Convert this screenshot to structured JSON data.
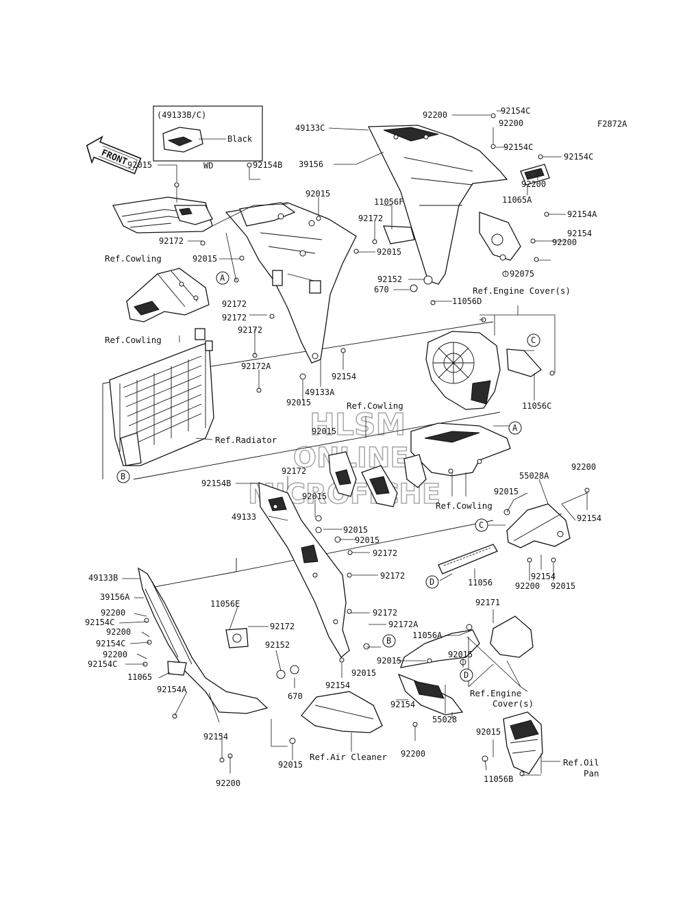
{
  "diagram_code": "F2872A",
  "inset": {
    "title": "(49133B/C)",
    "color_label": "Black",
    "footer": "WD"
  },
  "front_label": "FRONT",
  "watermark": {
    "line1": "HLSM",
    "line2": "ONLINE",
    "line3": "MICROFICHE"
  },
  "refs": {
    "cowling": "Ref.Cowling",
    "radiator": "Ref.Radiator",
    "engine_cover": "Ref.Engine Cover(s)",
    "engine_line1": "Ref.Engine",
    "engine_line2": "Cover(s)",
    "air_cleaner": "Ref.Air Cleaner",
    "oil_line1": "Ref.Oil",
    "oil_line2": "Pan"
  },
  "letters": {
    "A": "A",
    "B": "B",
    "C": "C",
    "D": "D"
  },
  "parts": {
    "p92200": "92200",
    "p92154C": "92154C",
    "p49133C": "49133C",
    "p39156": "39156",
    "p11065A": "11065A",
    "p92015": "92015",
    "p92154B": "92154B",
    "p11056F": "11056F",
    "p92172": "92172",
    "p92154A": "92154A",
    "p92154": "92154",
    "p92075": "92075",
    "p92152": "92152",
    "p670": "670",
    "p11056D": "11056D",
    "p11056C": "11056C",
    "p92172A": "92172A",
    "p49133A": "49133A",
    "p55028A": "55028A",
    "p49133": "49133",
    "p49133B": "49133B",
    "p39156A": "39156A",
    "p11056E": "11056E",
    "p11065": "11065",
    "p11056": "11056",
    "p92171": "92171",
    "p11056A": "11056A",
    "p55028": "55028",
    "p11056B": "11056B"
  }
}
